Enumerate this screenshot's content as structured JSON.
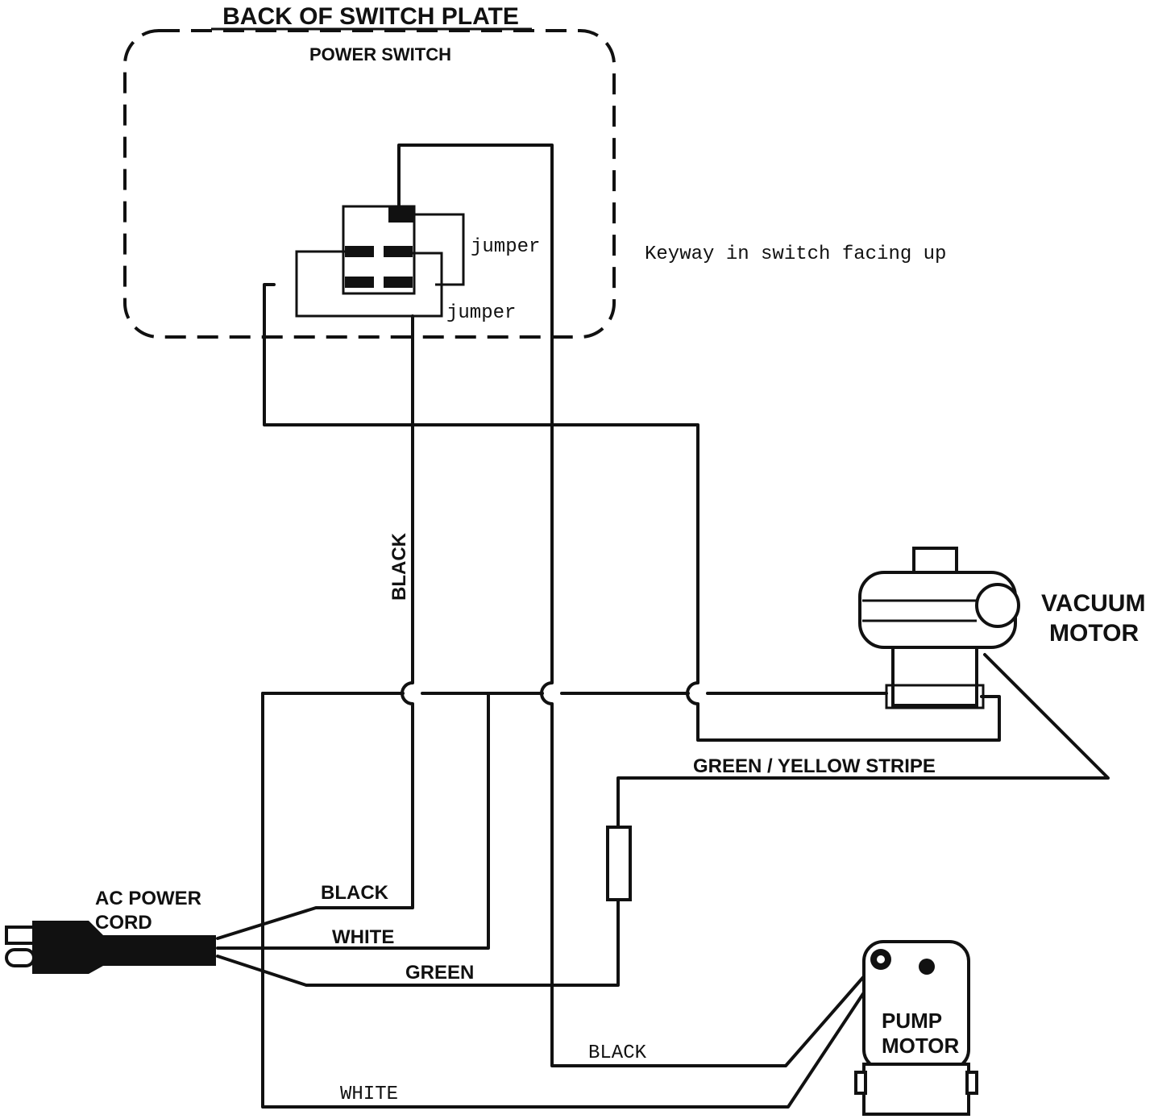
{
  "title": "BACK OF SWITCH PLATE",
  "switch_label": "POWER SWITCH",
  "jumper_top": "jumper",
  "jumper_bottom": "jumper",
  "keyway_note": "Keyway in switch facing up",
  "wire_labels": {
    "black_vertical": "BLACK",
    "cord_black": "BLACK",
    "cord_white": "WHITE",
    "cord_green": "GREEN",
    "ground": "GREEN / YELLOW STRIPE",
    "pump_black": "BLACK",
    "pump_white": "WHITE"
  },
  "components": {
    "vacuum_line1": "VACUUM",
    "vacuum_line2": "MOTOR",
    "pump_line1": "PUMP",
    "pump_line2": "MOTOR",
    "cord_line1": "AC POWER",
    "cord_line2": "CORD"
  }
}
